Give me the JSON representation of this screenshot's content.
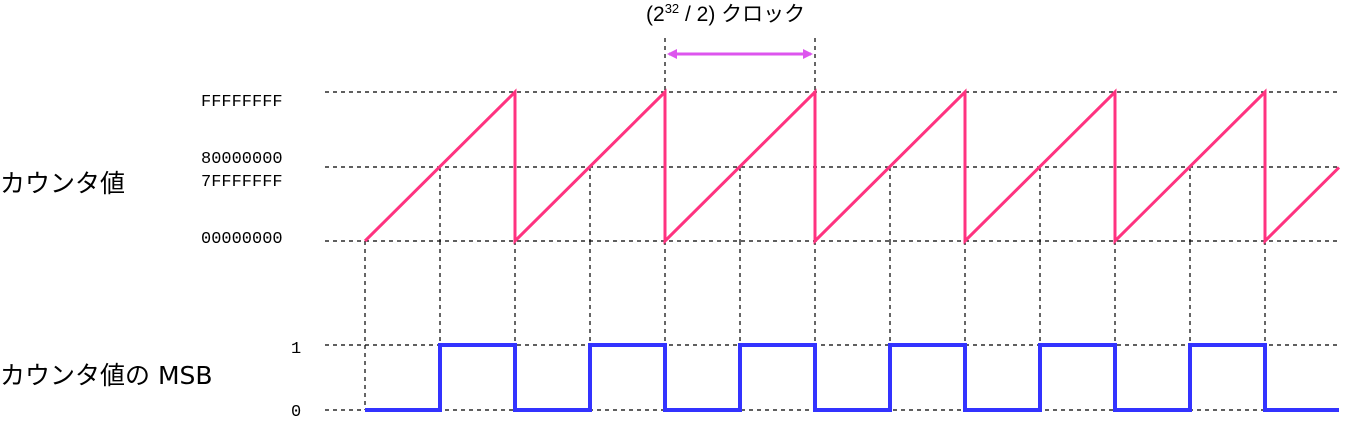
{
  "labels": {
    "counter_value": "カウンタ値",
    "counter_msb": "カウンタ値の MSB"
  },
  "counter_axis": {
    "ticks": [
      "FFFFFFFF",
      "80000000",
      "7FFFFFFF",
      "00000000"
    ]
  },
  "msb_axis": {
    "ticks": [
      "1",
      "0"
    ]
  },
  "annotation": {
    "open": "(2",
    "superscript": "32",
    "rest": " / 2) クロック"
  },
  "colors": {
    "sawtooth": "#ff3380",
    "square": "#3333ff",
    "arrow": "#dd55ee",
    "guide": "#000000"
  },
  "chart_data": {
    "type": "line",
    "half_period_clocks": "2^32 / 2",
    "series": [
      {
        "values_description": "counter value (sawtooth, wraps FFFFFFFF -> 00000000)",
        "values": [
          "00000000",
          "80000000",
          "FFFFFFFF",
          "00000000",
          "80000000",
          "FFFFFFFF",
          "00000000",
          "80000000",
          "FFFFFFFF",
          "00000000",
          "80000000",
          "FFFFFFFF",
          "00000000",
          "80000000",
          "FFFFFFFF",
          "00000000",
          "80000000",
          "FFFFFFFF",
          "00000000",
          "80000000"
        ]
      },
      {
        "values_description": "MSB of counter value (square wave)",
        "values": [
          0,
          1,
          0,
          1,
          0,
          1,
          0,
          1,
          0,
          1,
          0,
          1,
          0
        ]
      }
    ]
  }
}
